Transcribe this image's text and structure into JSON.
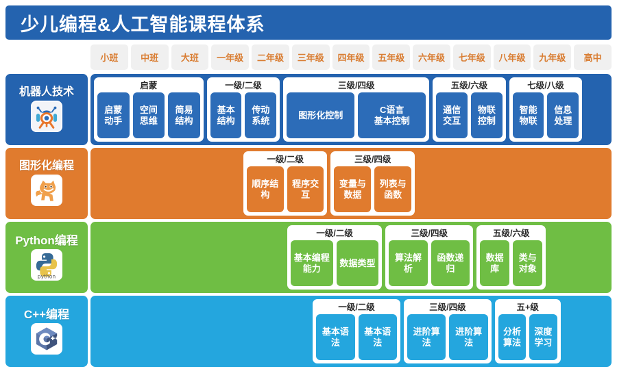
{
  "header": {
    "title": "少儿编程&人工智能课程体系",
    "bg_color": "#2463AF"
  },
  "grades": [
    {
      "label": "小班"
    },
    {
      "label": "中班"
    },
    {
      "label": "大班"
    },
    {
      "label": "一年级"
    },
    {
      "label": "二年级"
    },
    {
      "label": "三年级"
    },
    {
      "label": "四年级"
    },
    {
      "label": "五年级"
    },
    {
      "label": "六年级"
    },
    {
      "label": "七年级"
    },
    {
      "label": "八年级"
    },
    {
      "label": "九年级"
    },
    {
      "label": "高中"
    }
  ],
  "grade_chip_text_color": "#D97D32",
  "tracks": [
    {
      "name": "机器人技术",
      "icon": "robot-icon",
      "color": "#2463AF",
      "lead_cols": 0,
      "groups": [
        {
          "title": "启蒙",
          "cols": 3,
          "chips": [
            "启蒙\n动手",
            "空间\n思维",
            "简易\n结构"
          ]
        },
        {
          "title": "一级/二级",
          "cols": 2,
          "chips": [
            "基本\n结构",
            "传动\n系统"
          ]
        },
        {
          "title": "三级/四级",
          "cols": 4,
          "chips": [
            "图形化控制",
            "C语言\n基本控制"
          ]
        },
        {
          "title": "五级/六级",
          "cols": 2,
          "chips": [
            "通信\n交互",
            "物联\n控制"
          ]
        },
        {
          "title": "七级/八级",
          "cols": 2,
          "chips": [
            "智能\n物联",
            "信息\n处理"
          ]
        }
      ]
    },
    {
      "name": "图形化编程",
      "icon": "scratch-cat-icon",
      "color": "#E07B2E",
      "lead_cols": 4,
      "groups": [
        {
          "title": "一级/二级",
          "cols": 2.3,
          "chips": [
            "顺序结构",
            "程序交互"
          ]
        },
        {
          "title": "三级/四级",
          "cols": 2.3,
          "chips": [
            "变量与数据",
            "列表与函数"
          ]
        }
      ]
    },
    {
      "name": "Python编程",
      "icon": "python-icon",
      "color": "#6FBE44",
      "lead_cols": 5.2,
      "groups": [
        {
          "title": "一级/二级",
          "cols": 2.6,
          "chips": [
            "基本编程能力",
            "数据类型"
          ]
        },
        {
          "title": "三级/四级",
          "cols": 2.4,
          "chips": [
            "算法解析",
            "函数递归"
          ]
        },
        {
          "title": "五级/六级",
          "cols": 1.9,
          "chips": [
            "数据库",
            "类与\n对象"
          ]
        }
      ]
    },
    {
      "name": "C++编程",
      "icon": "cpp-icon",
      "color": "#24A6DE",
      "lead_cols": 5.9,
      "groups": [
        {
          "title": "一级/二级",
          "cols": 2.4,
          "chips": [
            "基本语法",
            "基本语法"
          ]
        },
        {
          "title": "三级/四级",
          "cols": 2.4,
          "chips": [
            "进阶算法",
            "进阶算法"
          ]
        },
        {
          "title": "五+级",
          "cols": 1.8,
          "chips": [
            "分析\n算法",
            "深度\n学习"
          ]
        }
      ]
    }
  ]
}
